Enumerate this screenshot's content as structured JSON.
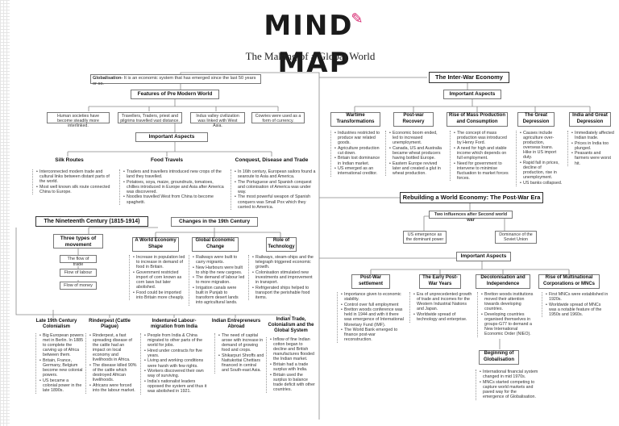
{
  "header": {
    "logo_text": "MIND",
    "logo_text2": "MAP",
    "subtitle": "The Making of a Global World"
  },
  "globalisation_def": {
    "bold": "Globalisation-",
    "text": " It is an economic system that has emerged since the last 50 years or so."
  },
  "pre_modern": {
    "title": "Features of Pre Modern World",
    "items": [
      "Human societies have become steadily more interlinked.",
      "Travellers, Traders, priest and pilgrims travelled vast distance.",
      "Indus valley civilization was linked with West Asia.",
      "Cowries were used as a form of currency."
    ],
    "aspects_title": "Important Aspects",
    "aspects": [
      {
        "title": "Silk Routes",
        "points": [
          "Interconnected modern trade and cultural links between distant parts of the world.",
          "Most well known silk route connected China to Europe."
        ]
      },
      {
        "title": "Food Travels",
        "points": [
          "Traders and travellers introduced new crops of the land they travelled.",
          "Potatoes, soya, maize, groundnuts, tomatoes, chillies introduced in Europe and Asia after America was discovered.",
          "Noodles travelled West from China to become spaghetti."
        ]
      },
      {
        "title": "Conquest, Disease and Trade",
        "points": [
          "In 16th century, European sailors found a searoute to Asia and America.",
          "The Portuguese and Spanish conquest and colonisation of America was under way.",
          "The most powerful weapon of Spanish conquers was Small Pox which they carried to America."
        ]
      }
    ]
  },
  "nineteenth": {
    "title": "The Nineteenth Century (1815-1914)",
    "three_types_title": "Three types of movement",
    "flows": [
      "The flow of trade",
      "Flow of labour",
      "Flow of money"
    ],
    "changes_title": "Changes in the 19th Century",
    "changes": [
      {
        "title": "A World Economy Shape",
        "points": [
          "Increase in population led to increase in demand of food in Britain.",
          "Government restricted import of corn known as corn laws but later abolished.",
          "Food could be imported into Britain more cheaply."
        ]
      },
      {
        "title": "Global Economic Change",
        "points": [
          "Railways were built to carry migrants.",
          "New Harbours were built to ship the new cargoes.",
          "The demand of labour led to more migration.",
          "Irrigation canals were built in Punjab to transform desert lands into agricultural lands."
        ]
      },
      {
        "title": "Role of Technology",
        "points": [
          "Railways, steam-ships and the telegraph triggered economic growth.",
          "Colonisation stimulated new investments and improvement in transport.",
          "Refrigerated ships helped to transport the perishable food items."
        ]
      }
    ],
    "bottom": [
      {
        "title": "Late 19th Century Colonialism",
        "points": [
          "Big European powers met in Berlin. In 1885 to complete the carving up of Africa between them.",
          "Britain, France, Germany, Belgium become new colonial powers.",
          "US became a colonial power in the late 1890s."
        ]
      },
      {
        "title": "Rinderpest (Cattle Plague)",
        "points": [
          "Rinderpest, a fast spreading disease of the cattle had an impact on local economy and livelihoods in Africa.",
          "The disease killed 90% of the cattle which destroyed African livelihoods.",
          "Africans were forced into the labour market."
        ]
      },
      {
        "title": "Indentured Labour-migration from India",
        "points": [
          "People from India & China migrated to other parts of the world for jobs.",
          "Hired under contracts for five years.",
          "Living and working conditions were harsh with few rights.",
          "Workers discovered their own way of surviving.",
          "India's nationalist leaders opposed the system and thus it was abolished in 1921."
        ]
      },
      {
        "title": "Indian Entrepreneurs Abroad",
        "points": [
          "The need of capital arose with increase in demand of growing food and crops.",
          "Shikarpuri Shroffs and Nattukottai Chettiars financed in central and South-east Asia."
        ]
      },
      {
        "title": "Indian Trade, Colonialism and the Global System",
        "points": [
          "Inflow of fine Indian cotton began to decline and British manufactures flooded the Indian market.",
          "Britain had a trade surplus with India.",
          "Britain used the surplus to balance trade deficit with other countries."
        ]
      }
    ]
  },
  "inter_war": {
    "title": "The Inter-War Economy",
    "aspects_title": "Important Aspects",
    "items": [
      {
        "title": "Wartime Transformations",
        "points": [
          "Industries restricted to produce war related goods.",
          "Agriculture production cut down.",
          "Britain lost dominance in Indian market.",
          "US emerged as an international creditor."
        ]
      },
      {
        "title": "Post-war Recovery",
        "points": [
          "Economic boom ended, led to increased unemployment.",
          "Canada, US and Australia became wheat producers having bottled Europe.",
          "Eastern Europe revived later and created a glut in wheat production."
        ]
      },
      {
        "title": "Rise of Mass Production and Consumption",
        "points": [
          "The concept of mass production was introduced by Henry Ford.",
          "A need for high and stable income which depends on full employment.",
          "Need for government to intervene to minimise fluctuation to market forces forces."
        ]
      },
      {
        "title": "The Great Depression",
        "points": [
          "Causes include agriculture over-production, overseas loans. Hike in US import duty.",
          "Rapid fall in prices, decline of production, rise in unemployment.",
          "US banks collapsed."
        ]
      },
      {
        "title": "India and Great Depression",
        "points": [
          "Immediately affected Indian trade.",
          "Prices in India too plunged.",
          "Peasants and farmers were worst hit."
        ]
      }
    ]
  },
  "rebuilding": {
    "title": "Rebuilding a World Economy: The Post-War Era",
    "influences_title": "Two influences after Second world war",
    "influences": [
      "US emergence as the dominant power",
      "Dominance of the Soviet Union"
    ],
    "aspects_title": "Important Aspects",
    "items": [
      {
        "title": "Post-War settlement",
        "points": [
          "Importance given to economic stability.",
          "Control over full employment",
          "Bretton woods conference was held in 1944 and with it there was emergence of International Monetary Fund (IMF).",
          "The World Bank emerged to finance post-war reconstruction."
        ]
      },
      {
        "title": "The Early Post-War Years",
        "points": [
          "Era of unprecedented growth of trade and incomes for the Western Industrial Nations and Japan.",
          "Worldwide spread of technology and enterprise."
        ]
      },
      {
        "title": "Decolonisation and Independence",
        "points": [
          "Bretton woods institutions moved their attention towards developing countries.",
          "Developing countries organised themselves in groups-G77 to demand a New International Economic Order (NIEO)."
        ]
      },
      {
        "title": "Rise of Multinational Corporations or MNCs",
        "points": [
          "First MNCs were established in 1920s.",
          "Worldwide spread of MNCs was a notable feature of the 1950s and 1960s."
        ]
      }
    ],
    "beginning": {
      "title": "Beginning of Globalisation",
      "points": [
        "International financial system changed in mid 1970s.",
        "MNCs started competing to capture world markets and paved way for the emergence of Globalisation."
      ]
    }
  }
}
